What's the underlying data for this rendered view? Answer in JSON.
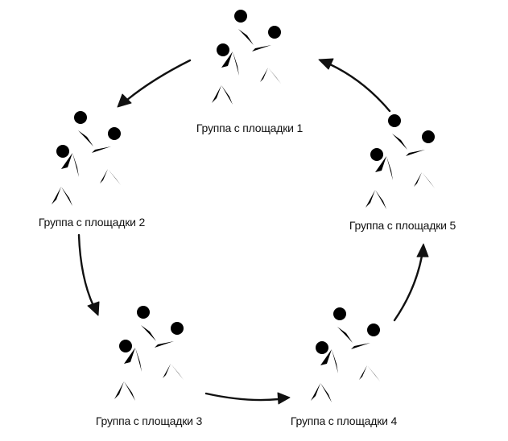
{
  "groups": [
    {
      "label": "Группа с площадки 1"
    },
    {
      "label": "Группа с площадки 2"
    },
    {
      "label": "Группа с площадки 3"
    },
    {
      "label": "Группа с площадки 4"
    },
    {
      "label": "Группа с площадки 5"
    }
  ],
  "flow": {
    "direction": "counter-clockwise",
    "sequence": [
      "1",
      "2",
      "3",
      "4",
      "5",
      "1"
    ]
  }
}
